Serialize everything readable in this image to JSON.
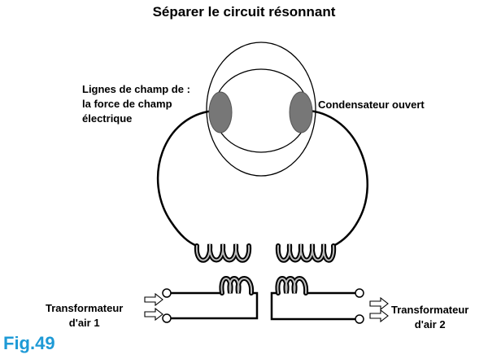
{
  "title": "Séparer le circuit résonnant",
  "labels": {
    "field_lines": "Lignes de champ de :\nla force de champ\nélectrique",
    "open_capacitor": "Condensateur ouvert",
    "transformer_1": "Transformateur\nd'air 1",
    "transformer_2": "Transformateur\nd'air 2"
  },
  "figure_label": "Fig.49",
  "colors": {
    "line": "#000000",
    "plate": "#777777",
    "coil_outer": "#000000",
    "coil_inner": "#bdbdbd",
    "figure_label": "#1e9ad6"
  }
}
